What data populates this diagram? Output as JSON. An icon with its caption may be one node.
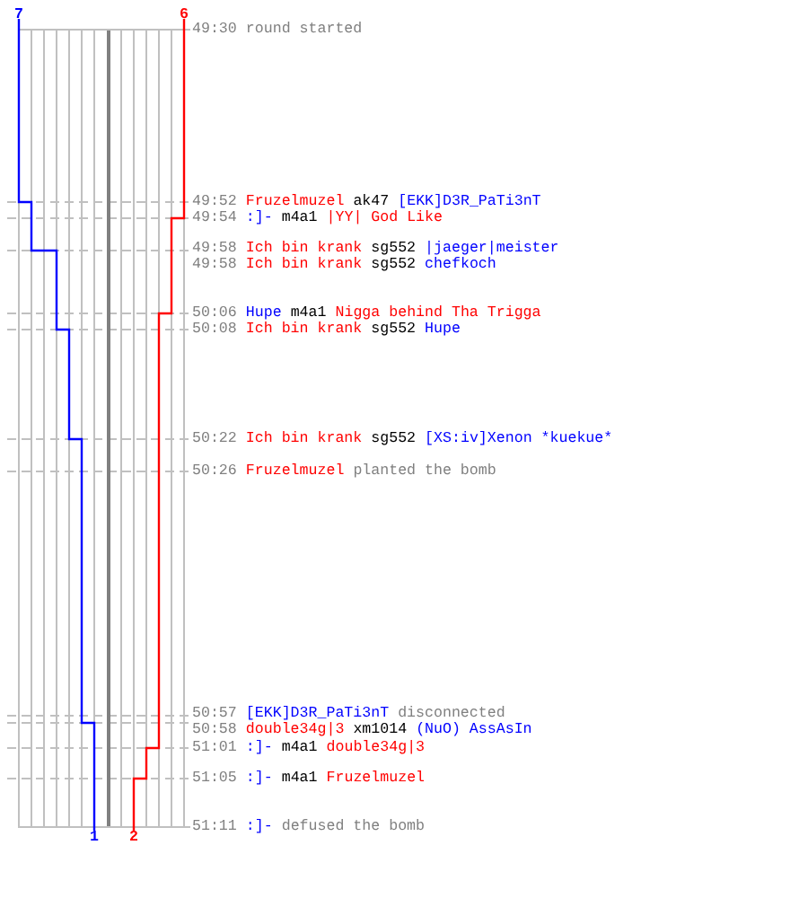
{
  "diagram": {
    "labels": [
      "7",
      "6",
      "49:30",
      "round started",
      "49:52",
      "Fruzelmuzel",
      "ak47",
      "[EKK]D3R_PaTi3nT",
      "49:54",
      ":]-",
      "m4a1",
      "|YY| God Like",
      "49:58",
      "Ich bin krank",
      "sg552",
      "|jaeger|meister",
      "49:58",
      "Ich bin krank",
      "sg552",
      "chefkoch",
      "50:06",
      "Hupe",
      "m4a1",
      "Nigga behind Tha Trigga",
      "50:08",
      "Ich bin krank",
      "sg552",
      "Hupe",
      "50:22",
      "Ich bin krank",
      "sg552",
      "[XS:iv]Xenon *kuekue*",
      "50:26",
      "Fruzelmuzel",
      "planted the bomb",
      "50:57",
      "[EKK]D3R_PaTi3nT",
      "disconnected",
      "50:58",
      "double34g|3",
      "xm1014",
      "(NuO) AssAsIn",
      "51:01",
      ":]-",
      "m4a1",
      "double34g|3",
      "51:05",
      ":]-",
      "m4a1",
      "Fruzelmuzel",
      "51:11",
      ":]-",
      "defused the bomb",
      "1",
      "2"
    ]
  }
}
